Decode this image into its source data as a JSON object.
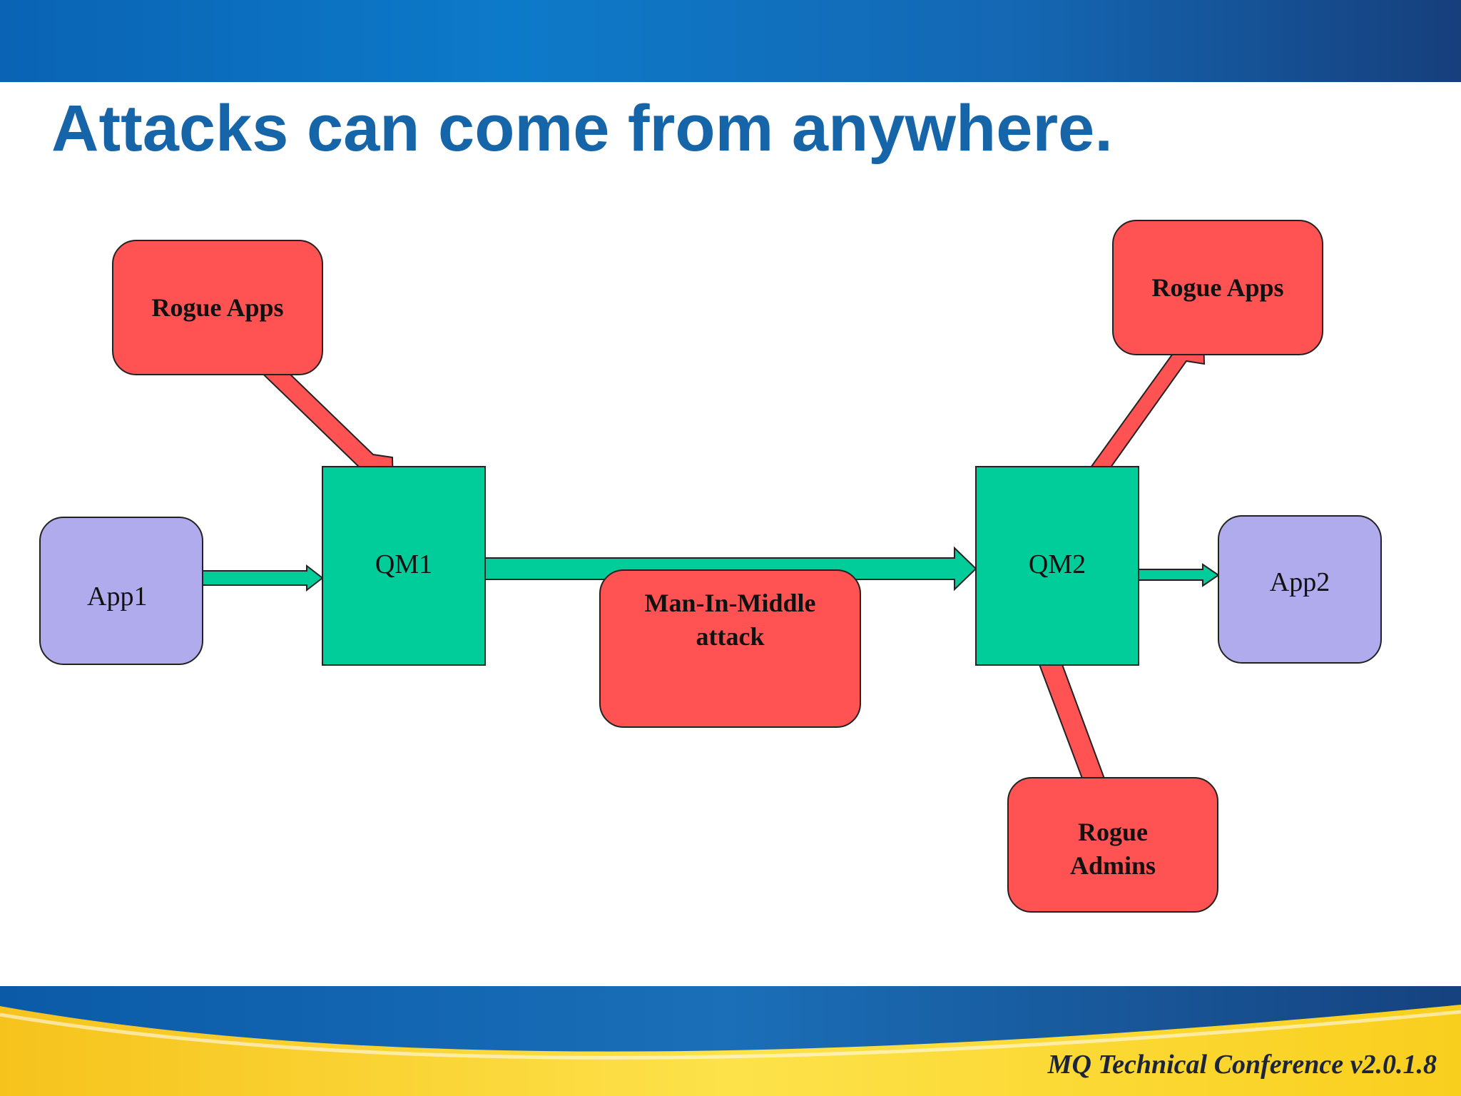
{
  "slide": {
    "title": "Attacks can come from anywhere."
  },
  "diagram": {
    "app1": "App1",
    "qm1": "QM1",
    "qm2": "QM2",
    "app2": "App2",
    "rogue_apps_left": "Rogue Apps",
    "rogue_apps_right": "Rogue Apps",
    "man_in_middle_line1": "Man-In-Middle",
    "man_in_middle_line2": "attack",
    "rogue_admins_line1": "Rogue",
    "rogue_admins_line2": "Admins"
  },
  "footer": {
    "text": "MQ Technical Conference v2.0.1.8"
  },
  "colors": {
    "attack": "#fe5253",
    "queue_manager": "#00cd99",
    "application": "#b0abec",
    "title": "#1565a8"
  }
}
